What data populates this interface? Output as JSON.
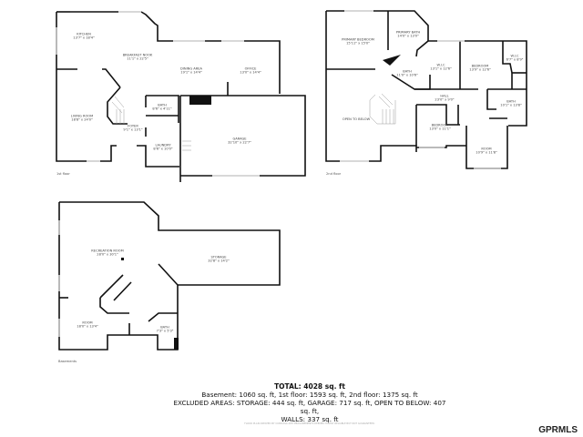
{
  "floors": {
    "first": {
      "label": "1st floor",
      "rooms": [
        {
          "name": "Kitchen",
          "dims": "13'7\" x 18'4\""
        },
        {
          "name": "Breakfast Nook",
          "dims": "11'1\" x 22'5\""
        },
        {
          "name": "Dining Area",
          "dims": "19'1\" x 14'4\""
        },
        {
          "name": "Office",
          "dims": "13'0\" x 14'4\""
        },
        {
          "name": "Living Room",
          "dims": "18'8\" x 24'0\""
        },
        {
          "name": "Bath",
          "dims": "8'6\" x 4'11\""
        },
        {
          "name": "Foyer",
          "dims": "9'1\" x 13'1\""
        },
        {
          "name": "Laundry",
          "dims": "8'6\" x 10'0\""
        },
        {
          "name": "Garage",
          "dims": "32'10\" x 22'7\""
        }
      ]
    },
    "second": {
      "label": "2nd floor",
      "rooms": [
        {
          "name": "Primary Bedroom",
          "dims": "15'11\" x 15'0\""
        },
        {
          "name": "Primary Bath",
          "dims": "14'0\" x 13'0\""
        },
        {
          "name": "W.I.C",
          "dims": "13'1\" x 12'6\""
        },
        {
          "name": "Bedroom",
          "dims": "13'9\" x 12'6\""
        },
        {
          "name": "W.I.C",
          "dims": "6'7\" x 8'9\""
        },
        {
          "name": "Bath",
          "dims": "11'0\" x 10'6\""
        },
        {
          "name": "Hall",
          "dims": "23'0\" x 9'0\""
        },
        {
          "name": "Bath",
          "dims": "10'1\" x 13'8\""
        },
        {
          "name": "Open to Below",
          "dims": ""
        },
        {
          "name": "Bedroom",
          "dims": "13'0\" x 11'1\""
        },
        {
          "name": "Room",
          "dims": "10'9\" x 11'8\""
        }
      ]
    },
    "basement": {
      "label": "Basements",
      "rooms": [
        {
          "name": "Recreation Room",
          "dims": "28'0\" x 30'1\""
        },
        {
          "name": "Storage",
          "dims": "32'8\" x 14'2\""
        },
        {
          "name": "Room",
          "dims": "18'0\" x 13'4\""
        },
        {
          "name": "Bath",
          "dims": "7'3\" x 5'3\""
        }
      ]
    }
  },
  "summary": {
    "total": "TOTAL: 4028 sq. ft",
    "line1": "Basement: 1060 sq. ft, 1st floor: 1593 sq. ft, 2nd floor: 1375 sq. ft",
    "line2": "EXCLUDED AREAS: STORAGE: 444 sq. ft, GARAGE: 717 sq. ft, OPEN TO BELOW: 407 sq. ft,",
    "line3": "WALLS: 337 sq. ft"
  },
  "disclaimer": "Floor plan created by CubiCasa app. Measurements deemed highly reliable but not guaranteed.",
  "logo": "GPRMLS",
  "colors": {
    "wall": "#111111",
    "window": "#cccccc"
  }
}
